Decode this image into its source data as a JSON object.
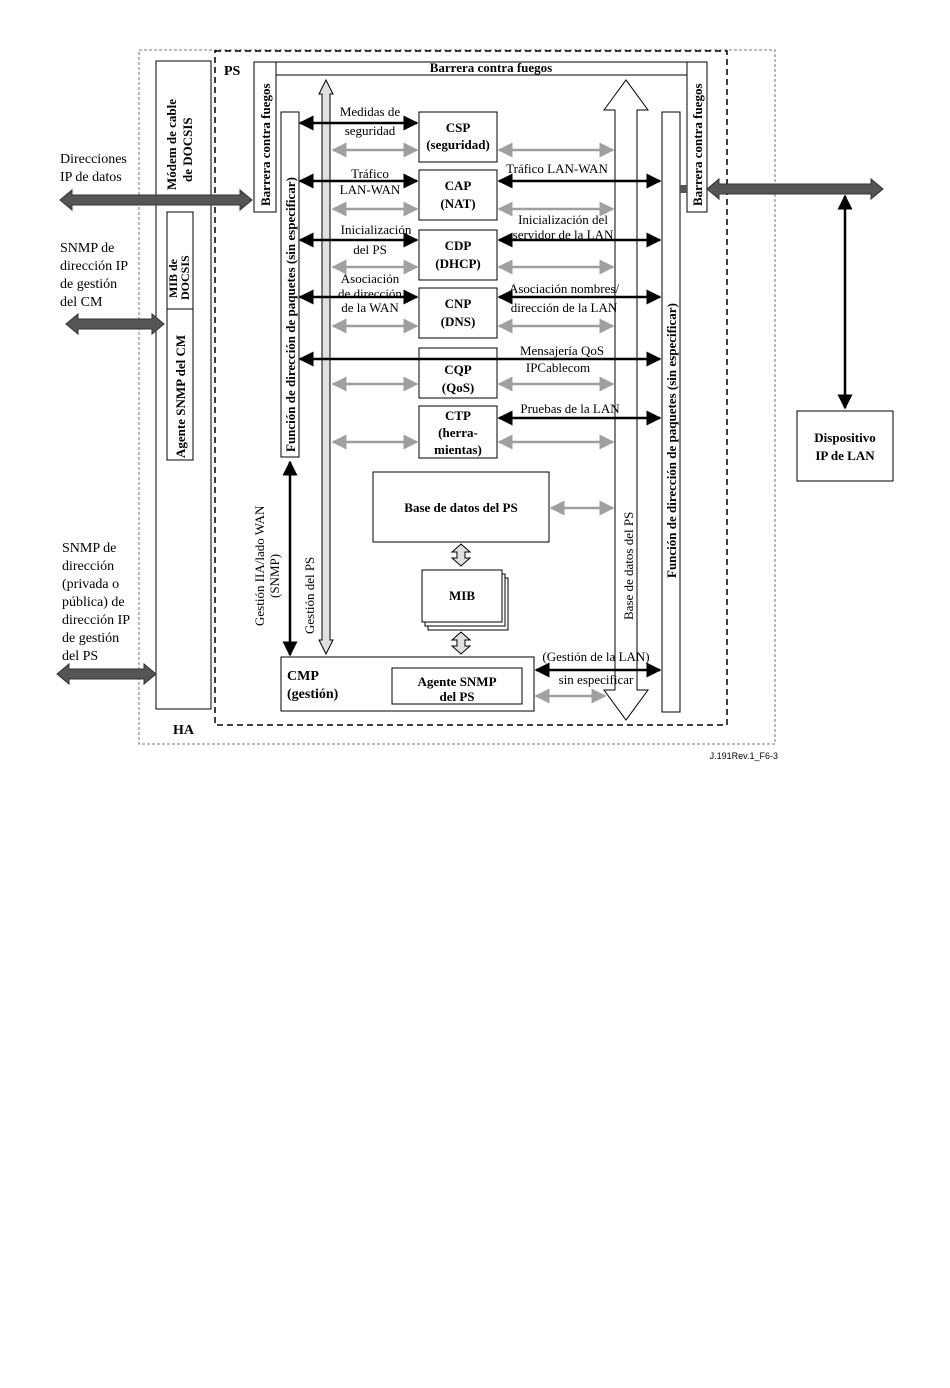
{
  "labels": {
    "ha": "HA",
    "ps": "PS",
    "firewall_top": "Barrera contra fuegos",
    "firewall_left": "Barrera contra fuegos",
    "firewall_right": "Barrera contra fuegos",
    "cable_modem_line1": "Módem de cable",
    "cable_modem_line2": "de DOCSIS",
    "mib_docsis_line1": "MIB de",
    "mib_docsis_line2": "DOCSIS",
    "cm_snmp_agent": "Agente SNMP del CM",
    "pkt_func_left": "Función de dirección de paquetes (sin especificar)",
    "pkt_func_right": "Función de dirección de paquetes (sin especificar)",
    "ps_management": "Gestión del PS",
    "ps_database_vertical": "Base de datos del PS",
    "wan_mgmt_line1": "Gestión IIA/lado WAN",
    "wan_mgmt_line2": "(SNMP)",
    "lan_device_line1": "Dispositivo",
    "lan_device_line2": "IP de LAN",
    "figure_id": "J.191Rev.1_F6-3"
  },
  "external": {
    "data_ip_line1": "Direcciones",
    "data_ip_line2": "IP de datos",
    "snmp_cm_lines": [
      "SNMP de",
      "dirección IP",
      "de gestión",
      "del CM"
    ],
    "snmp_ps_lines": [
      "SNMP de",
      "dirección",
      "(privada o",
      "pública) de",
      "dirección IP",
      "de gestión",
      "del PS"
    ]
  },
  "components": {
    "csp": {
      "line1": "CSP",
      "line2": "(seguridad)"
    },
    "cap": {
      "line1": "CAP",
      "line2": "(NAT)"
    },
    "cdp": {
      "line1": "CDP",
      "line2": "(DHCP)"
    },
    "cnp": {
      "line1": "CNP",
      "line2": "(DNS)"
    },
    "cqp": {
      "line1": "CQP",
      "line2": "(QoS)"
    },
    "ctp": {
      "line1": "CTP",
      "line2": "(herra-",
      "line3": "mientas)"
    },
    "ps_db": "Base de datos del PS",
    "mib": "MIB",
    "cmp": {
      "line1": "CMP",
      "line2": "(gestión)"
    },
    "ps_snmp_agent": {
      "line1": "Agente SNMP",
      "line2": "del PS"
    }
  },
  "flows_left": {
    "security": [
      "Medidas de",
      "seguridad"
    ],
    "traffic": [
      "Tráfico",
      "LAN-WAN"
    ],
    "init": [
      "Inicialización",
      "del PS"
    ],
    "assoc": [
      "Asociación",
      "de dirección",
      "de la WAN"
    ]
  },
  "flows_right": {
    "traffic": "Tráfico LAN-WAN",
    "server_init": [
      "Inicialización del",
      "servidor de la LAN"
    ],
    "names": [
      "Asociación nombres/",
      "dirección de la LAN"
    ],
    "qos": [
      "Mensajería QoS",
      "IPCablecom"
    ],
    "tests": "Pruebas de la LAN",
    "lan_mgmt": [
      "(Gestión de la LAN)",
      "sin especificar"
    ]
  }
}
